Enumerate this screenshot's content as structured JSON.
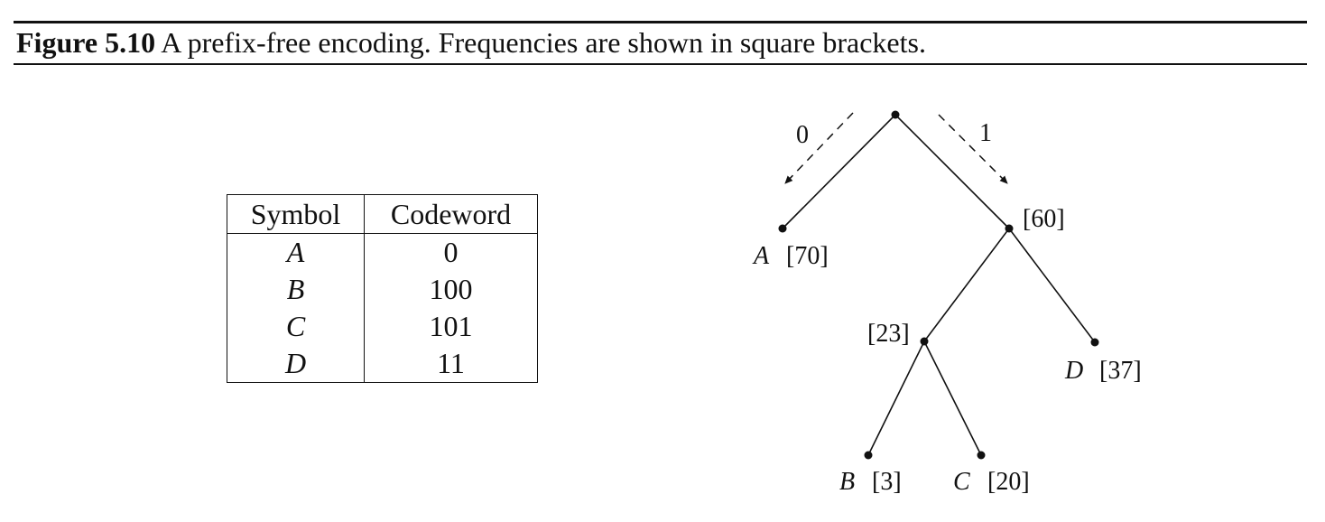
{
  "caption": {
    "label": "Figure 5.10",
    "text": "A prefix-free encoding. Frequencies are shown in square brackets."
  },
  "table": {
    "headers": [
      "Symbol",
      "Codeword"
    ],
    "rows": [
      {
        "symbol": "A",
        "codeword": "0"
      },
      {
        "symbol": "B",
        "codeword": "100"
      },
      {
        "symbol": "C",
        "codeword": "101"
      },
      {
        "symbol": "D",
        "codeword": "11"
      }
    ]
  },
  "tree": {
    "edge_labels": {
      "left": "0",
      "right": "1"
    },
    "nodes": {
      "a": {
        "symbol": "A",
        "freq": "[70]"
      },
      "n60": {
        "freq": "[60]"
      },
      "n23": {
        "freq": "[23]"
      },
      "d": {
        "symbol": "D",
        "freq": "[37]"
      },
      "b": {
        "symbol": "B",
        "freq": "[3]"
      },
      "c": {
        "symbol": "C",
        "freq": "[20]"
      }
    }
  }
}
